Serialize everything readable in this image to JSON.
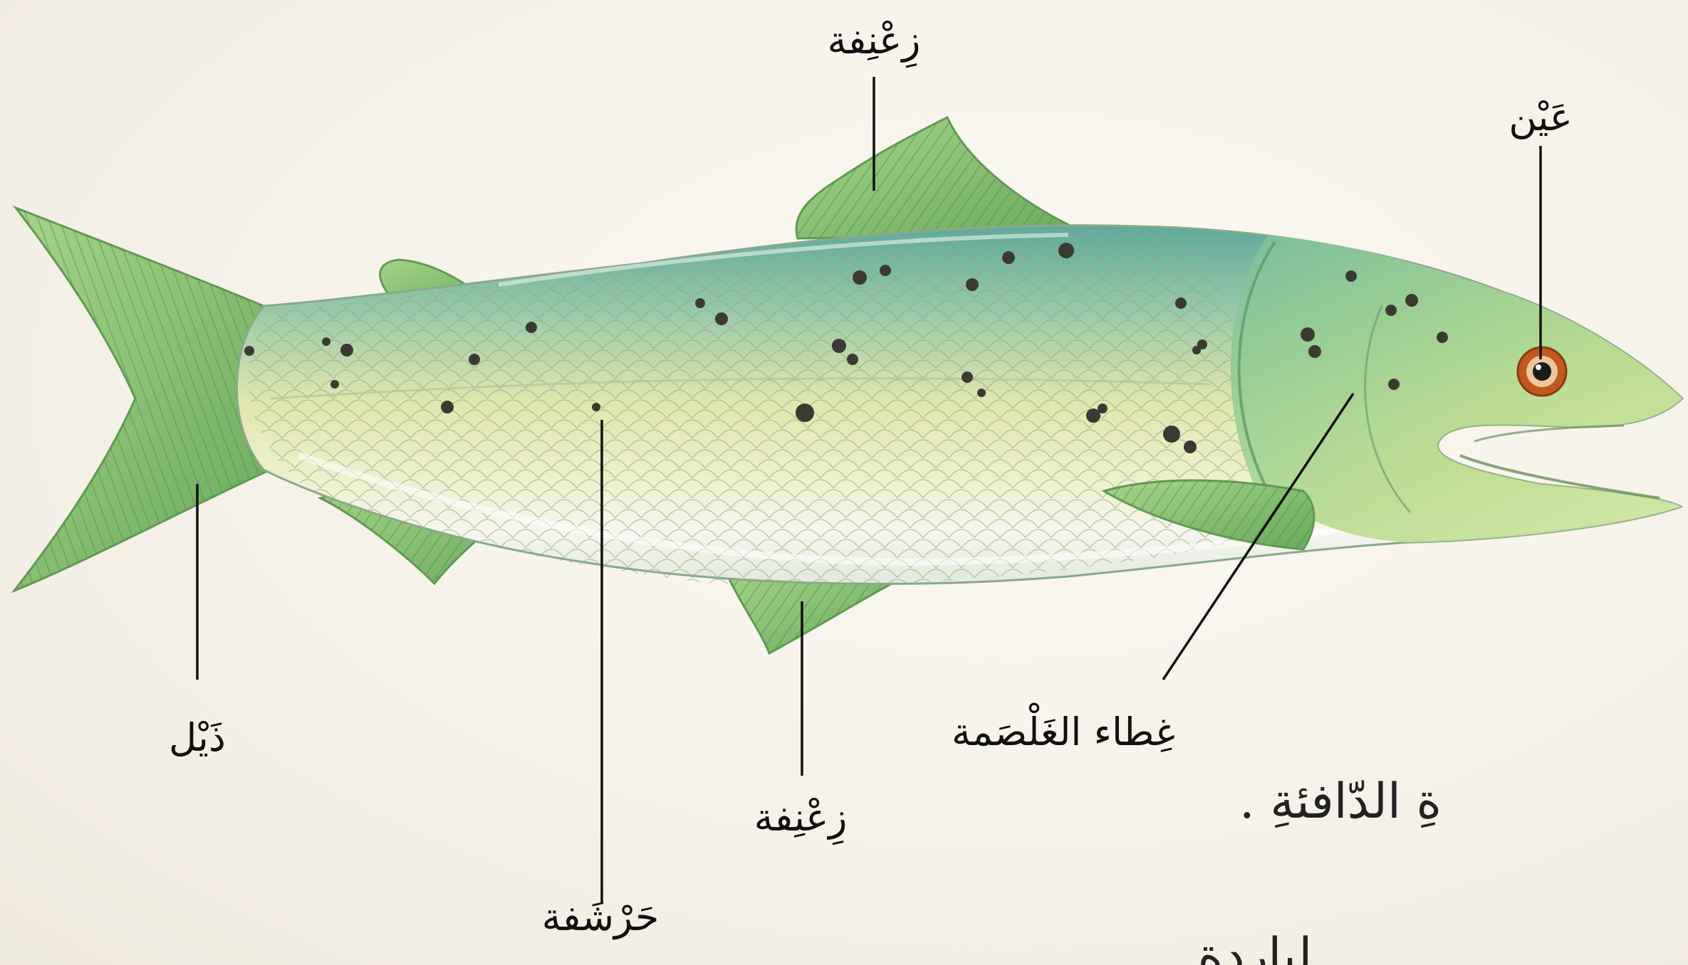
{
  "diagram": {
    "subject_icon": "salmon-fish-illustration",
    "colors": {
      "body_top": "#6fb6a6",
      "body_mid": "#d8e6a4",
      "body_belly": "#f3f4ec",
      "fin": "#8cc46a",
      "fin_stripe": "#4f8f4a",
      "spot": "#3a3a32",
      "eye_ring": "#c2581c",
      "leader_line": "#111111"
    },
    "labels": {
      "dorsal_fin": "زِعْنِفة",
      "eye": "عَيْن",
      "tail": "ذَيْل",
      "scale": "حَرْشَفة",
      "pelvic_fin": "زِعْنِفة",
      "gill_cover": "غِطاء الغَلْصَمة"
    }
  },
  "page_text": {
    "line1": "ةِ الدّافئةِ .",
    "line2": "لبارِدة."
  }
}
